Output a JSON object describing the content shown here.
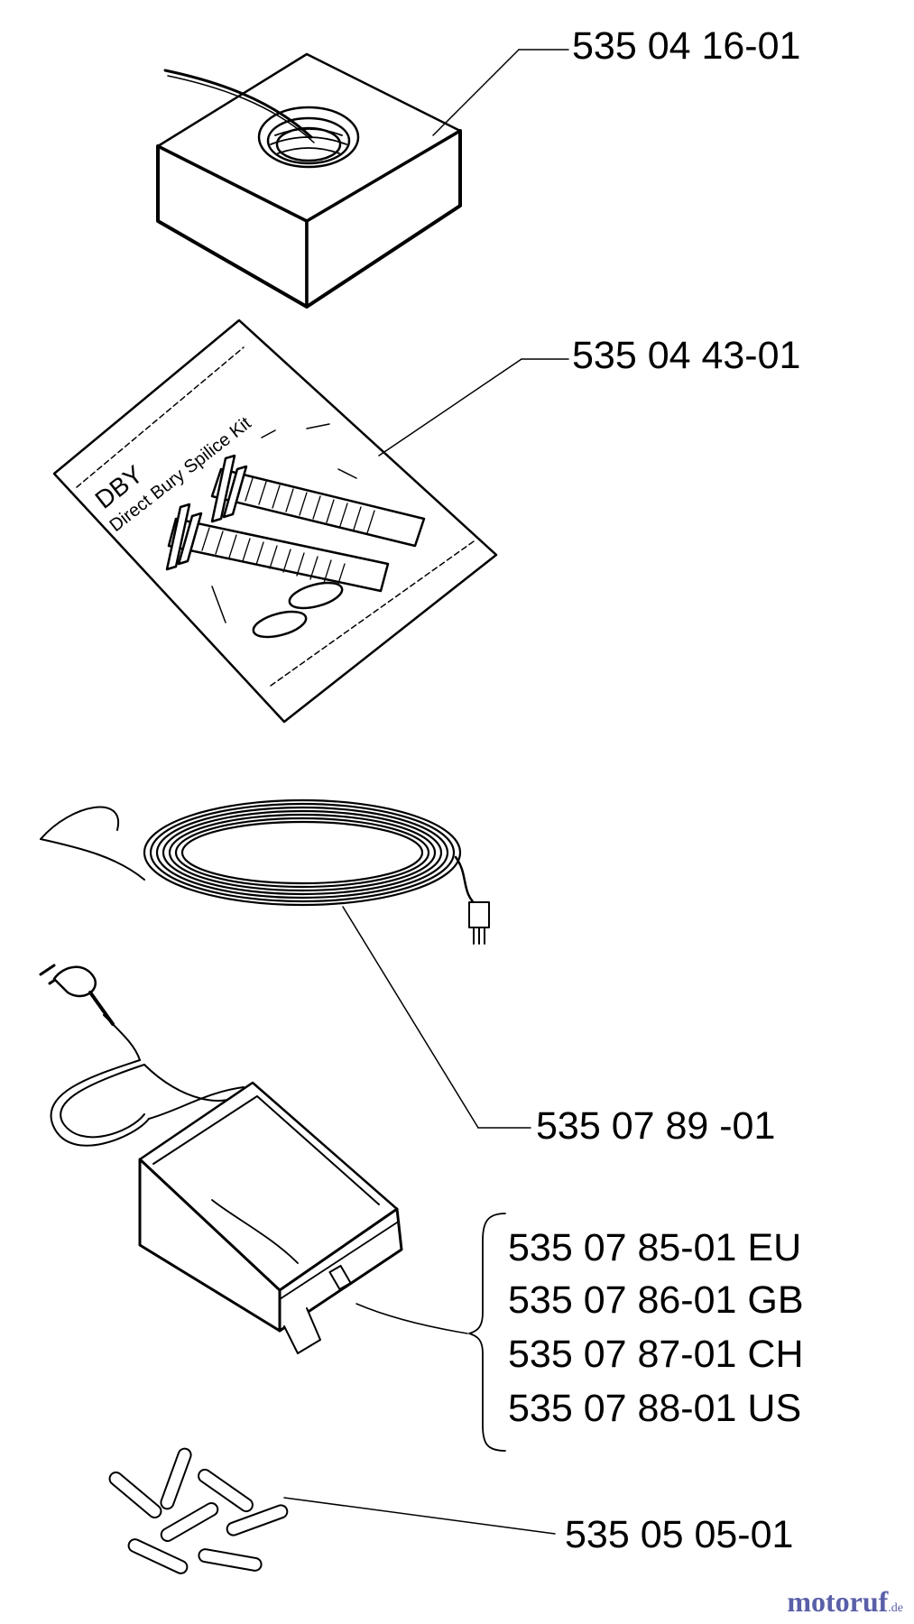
{
  "parts": {
    "loop_wire": "535 04 16-01",
    "splice_kit": "535 04 43-01",
    "cable": "535 07 89 -01",
    "transformer_eu": "535 07 85-01 EU",
    "transformer_gb": "535 07 86-01 GB",
    "transformer_ch": "535 07 87-01 CH",
    "transformer_us": "535 07 88-01 US",
    "pegs": "535 05 05-01"
  },
  "bag": {
    "brand": "DBY",
    "title": "Direct Bury Spilice Kit"
  },
  "watermark": {
    "main": "motoruf",
    "suffix": ".de"
  }
}
